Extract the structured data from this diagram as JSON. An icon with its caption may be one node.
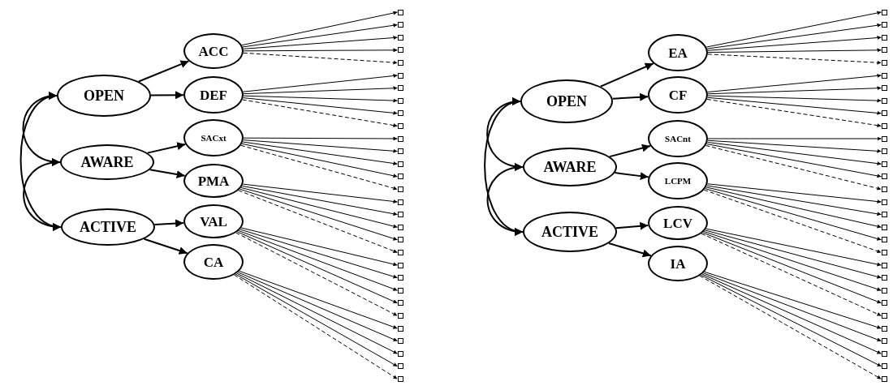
{
  "diagram": {
    "nodes": [
      {
        "text": [
          "OPEN"
        ]
      },
      {
        "text": [
          "AWARE"
        ]
      },
      {
        "text": [
          "ACTIVE"
        ]
      },
      {
        "text": [
          "ACC"
        ]
      },
      {
        "text": [
          "DEF"
        ]
      },
      {
        "text": [
          "SACxt"
        ]
      },
      {
        "text": [
          "PMA"
        ]
      },
      {
        "text": [
          "VAL"
        ]
      },
      {
        "text": [
          "CA"
        ]
      },
      {
        "text": [],
        "shape": "box"
      },
      {
        "text": [],
        "shape": "box"
      },
      {
        "text": [],
        "shape": "box"
      },
      {
        "text": [],
        "shape": "box"
      },
      {
        "text": [],
        "shape": "box"
      },
      {
        "text": [],
        "shape": "box"
      },
      {
        "text": [],
        "shape": "box"
      },
      {
        "text": [],
        "shape": "box"
      },
      {
        "text": [],
        "shape": "box"
      },
      {
        "text": [],
        "shape": "box"
      },
      {
        "text": [],
        "shape": "box"
      },
      {
        "text": [],
        "shape": "box"
      },
      {
        "text": [],
        "shape": "box"
      },
      {
        "text": [],
        "shape": "box"
      },
      {
        "text": [],
        "shape": "box"
      },
      {
        "text": [],
        "shape": "box"
      },
      {
        "text": [],
        "shape": "box"
      },
      {
        "text": [],
        "shape": "box"
      },
      {
        "text": [],
        "shape": "box"
      },
      {
        "text": [],
        "shape": "box"
      },
      {
        "text": [],
        "shape": "box"
      },
      {
        "text": [],
        "shape": "box"
      },
      {
        "text": [],
        "shape": "box"
      },
      {
        "text": [],
        "shape": "box"
      },
      {
        "text": [],
        "shape": "box"
      },
      {
        "text": [],
        "shape": "box"
      },
      {
        "text": [],
        "shape": "box"
      },
      {
        "text": [],
        "shape": "box"
      },
      {
        "text": [],
        "shape": "box"
      },
      {
        "text": [],
        "shape": "box"
      },
      {
        "text": [
          "OPEN"
        ]
      },
      {
        "text": [
          "AWARE"
        ]
      },
      {
        "text": [
          "ACTIVE"
        ]
      },
      {
        "text": [
          "EA"
        ]
      },
      {
        "text": [
          "CF"
        ]
      },
      {
        "text": [
          "SACnt"
        ]
      },
      {
        "text": [
          "LCPM"
        ]
      },
      {
        "text": [
          "LCV"
        ]
      },
      {
        "text": [
          "IA"
        ]
      },
      {
        "text": [],
        "shape": "box"
      },
      {
        "text": [],
        "shape": "box"
      },
      {
        "text": [],
        "shape": "box"
      },
      {
        "text": [],
        "shape": "box"
      },
      {
        "text": [],
        "shape": "box"
      },
      {
        "text": [],
        "shape": "box"
      },
      {
        "text": [],
        "shape": "box"
      },
      {
        "text": [],
        "shape": "box"
      },
      {
        "text": [],
        "shape": "box"
      },
      {
        "text": [],
        "shape": "box"
      },
      {
        "text": [],
        "shape": "box"
      },
      {
        "text": [],
        "shape": "box"
      },
      {
        "text": [],
        "shape": "box"
      },
      {
        "text": [],
        "shape": "box"
      },
      {
        "text": [],
        "shape": "box"
      },
      {
        "text": [],
        "shape": "box"
      },
      {
        "text": [],
        "shape": "box"
      },
      {
        "text": [],
        "shape": "box"
      },
      {
        "text": [],
        "shape": "box"
      },
      {
        "text": [],
        "shape": "box"
      },
      {
        "text": [],
        "shape": "box"
      },
      {
        "text": [],
        "shape": "box"
      },
      {
        "text": [],
        "shape": "box"
      },
      {
        "text": [],
        "shape": "box"
      },
      {
        "text": [],
        "shape": "box"
      },
      {
        "text": [],
        "shape": "box"
      },
      {
        "text": [],
        "shape": "box"
      },
      {
        "text": [],
        "shape": "box"
      },
      {
        "text": [],
        "shape": "box"
      },
      {
        "text": [],
        "shape": "box"
      }
    ],
    "edges": [
      {
        "from": 0,
        "to": 1,
        "arrow": "both"
      },
      {
        "from": 1,
        "to": 2,
        "arrow": "both"
      },
      {
        "from": 0,
        "to": 2,
        "arrow": "both"
      },
      {
        "from": 0,
        "to": 3,
        "arrow": "to"
      },
      {
        "from": 0,
        "to": 4,
        "arrow": "to"
      },
      {
        "from": 1,
        "to": 5,
        "arrow": "to"
      },
      {
        "from": 1,
        "to": 6,
        "arrow": "to"
      },
      {
        "from": 2,
        "to": 7,
        "arrow": "to"
      },
      {
        "from": 2,
        "to": 8,
        "arrow": "to"
      },
      {
        "from": 3,
        "to": 9,
        "arrow": "to"
      },
      {
        "from": 3,
        "to": 10,
        "arrow": "to"
      },
      {
        "from": 3,
        "to": 11,
        "arrow": "to"
      },
      {
        "from": 3,
        "to": 12,
        "arrow": "to"
      },
      {
        "from": 3,
        "to": 13,
        "arrow": "to",
        "style": "dashed"
      },
      {
        "from": 4,
        "to": 14,
        "arrow": "to"
      },
      {
        "from": 4,
        "to": 15,
        "arrow": "to"
      },
      {
        "from": 4,
        "to": 16,
        "arrow": "to"
      },
      {
        "from": 4,
        "to": 17,
        "arrow": "to"
      },
      {
        "from": 4,
        "to": 18,
        "arrow": "to",
        "style": "dashed"
      },
      {
        "from": 5,
        "to": 19,
        "arrow": "to"
      },
      {
        "from": 5,
        "to": 20,
        "arrow": "to"
      },
      {
        "from": 5,
        "to": 21,
        "arrow": "to"
      },
      {
        "from": 5,
        "to": 22,
        "arrow": "to"
      },
      {
        "from": 5,
        "to": 23,
        "arrow": "to",
        "style": "dashed"
      },
      {
        "from": 6,
        "to": 24,
        "arrow": "to"
      },
      {
        "from": 6,
        "to": 25,
        "arrow": "to"
      },
      {
        "from": 6,
        "to": 26,
        "arrow": "to"
      },
      {
        "from": 6,
        "to": 27,
        "arrow": "to"
      },
      {
        "from": 6,
        "to": 28,
        "arrow": "to",
        "style": "dashed"
      },
      {
        "from": 7,
        "to": 29,
        "arrow": "to"
      },
      {
        "from": 7,
        "to": 30,
        "arrow": "to"
      },
      {
        "from": 7,
        "to": 31,
        "arrow": "to"
      },
      {
        "from": 7,
        "to": 32,
        "arrow": "to"
      },
      {
        "from": 7,
        "to": 33,
        "arrow": "to",
        "style": "dashed"
      },
      {
        "from": 8,
        "to": 34,
        "arrow": "to"
      },
      {
        "from": 8,
        "to": 35,
        "arrow": "to"
      },
      {
        "from": 8,
        "to": 36,
        "arrow": "to"
      },
      {
        "from": 8,
        "to": 37,
        "arrow": "to"
      },
      {
        "from": 8,
        "to": 38,
        "arrow": "to",
        "style": "dashed"
      },
      {
        "from": 39,
        "to": 40,
        "arrow": "both"
      },
      {
        "from": 40,
        "to": 41,
        "arrow": "both"
      },
      {
        "from": 39,
        "to": 41,
        "arrow": "both"
      },
      {
        "from": 39,
        "to": 42,
        "arrow": "to"
      },
      {
        "from": 39,
        "to": 43,
        "arrow": "to"
      },
      {
        "from": 40,
        "to": 44,
        "arrow": "to"
      },
      {
        "from": 40,
        "to": 45,
        "arrow": "to"
      },
      {
        "from": 41,
        "to": 46,
        "arrow": "to"
      },
      {
        "from": 41,
        "to": 47,
        "arrow": "to"
      },
      {
        "from": 42,
        "to": 48,
        "arrow": "to"
      },
      {
        "from": 42,
        "to": 49,
        "arrow": "to"
      },
      {
        "from": 42,
        "to": 50,
        "arrow": "to"
      },
      {
        "from": 42,
        "to": 51,
        "arrow": "to"
      },
      {
        "from": 42,
        "to": 52,
        "arrow": "to",
        "style": "dashed"
      },
      {
        "from": 43,
        "to": 53,
        "arrow": "to"
      },
      {
        "from": 43,
        "to": 54,
        "arrow": "to"
      },
      {
        "from": 43,
        "to": 55,
        "arrow": "to"
      },
      {
        "from": 43,
        "to": 56,
        "arrow": "to"
      },
      {
        "from": 43,
        "to": 57,
        "arrow": "to",
        "style": "dashed"
      },
      {
        "from": 44,
        "to": 58,
        "arrow": "to"
      },
      {
        "from": 44,
        "to": 59,
        "arrow": "to"
      },
      {
        "from": 44,
        "to": 60,
        "arrow": "to"
      },
      {
        "from": 44,
        "to": 61,
        "arrow": "to"
      },
      {
        "from": 44,
        "to": 62,
        "arrow": "to",
        "style": "dashed"
      },
      {
        "from": 45,
        "to": 63,
        "arrow": "to"
      },
      {
        "from": 45,
        "to": 64,
        "arrow": "to"
      },
      {
        "from": 45,
        "to": 65,
        "arrow": "to"
      },
      {
        "from": 45,
        "to": 66,
        "arrow": "to"
      },
      {
        "from": 45,
        "to": 67,
        "arrow": "to",
        "style": "dashed"
      },
      {
        "from": 46,
        "to": 68,
        "arrow": "to"
      },
      {
        "from": 46,
        "to": 69,
        "arrow": "to"
      },
      {
        "from": 46,
        "to": 70,
        "arrow": "to"
      },
      {
        "from": 46,
        "to": 71,
        "arrow": "to"
      },
      {
        "from": 46,
        "to": 72,
        "arrow": "to",
        "style": "dashed"
      },
      {
        "from": 47,
        "to": 73,
        "arrow": "to"
      },
      {
        "from": 47,
        "to": 74,
        "arrow": "to"
      },
      {
        "from": 47,
        "to": 75,
        "arrow": "to"
      },
      {
        "from": 47,
        "to": 76,
        "arrow": "to"
      },
      {
        "from": 47,
        "to": 77,
        "arrow": "to",
        "style": "dashed"
      }
    ]
  }
}
